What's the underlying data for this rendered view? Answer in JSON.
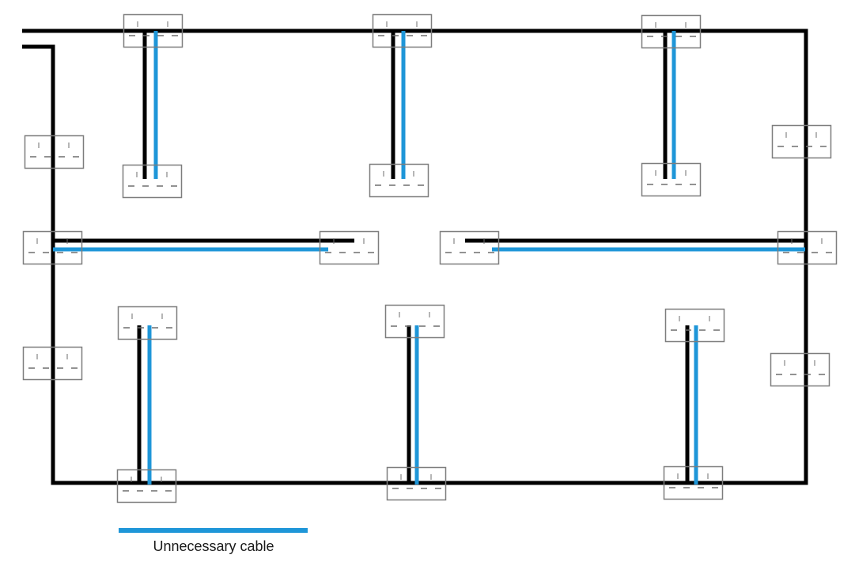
{
  "colors": {
    "ring_cable": "#000000",
    "unnecessary_cable": "#1e96d8",
    "socket_border": "#7d7d7d",
    "socket_marks": "#6e6e6e"
  },
  "legend": {
    "label": "Unnecessary cable"
  },
  "sockets": [
    {
      "name": "socket-top-left-ring",
      "labeled": true
    },
    {
      "name": "socket-top-left-spur",
      "labeled": false
    },
    {
      "name": "socket-top-middle-ring",
      "labeled": true
    },
    {
      "name": "socket-top-middle-spur",
      "labeled": false
    },
    {
      "name": "socket-top-right-ring",
      "labeled": true
    },
    {
      "name": "socket-top-right-spur",
      "labeled": false
    },
    {
      "name": "socket-left-upper",
      "labeled": false
    },
    {
      "name": "socket-left-middle",
      "labeled": false
    },
    {
      "name": "socket-left-lower",
      "labeled": false
    },
    {
      "name": "socket-center-left",
      "labeled": true
    },
    {
      "name": "socket-center-right",
      "labeled": true
    },
    {
      "name": "socket-right-upper",
      "labeled": false
    },
    {
      "name": "socket-right-middle",
      "labeled": false
    },
    {
      "name": "socket-right-lower",
      "labeled": false
    },
    {
      "name": "socket-bottom-left-spur",
      "labeled": false
    },
    {
      "name": "socket-bottom-left-ring",
      "labeled": false
    },
    {
      "name": "socket-bottom-middle-spur",
      "labeled": false
    },
    {
      "name": "socket-bottom-middle-ring",
      "labeled": true
    },
    {
      "name": "socket-bottom-right-spur",
      "labeled": false
    },
    {
      "name": "socket-bottom-right-ring",
      "labeled": true
    }
  ]
}
